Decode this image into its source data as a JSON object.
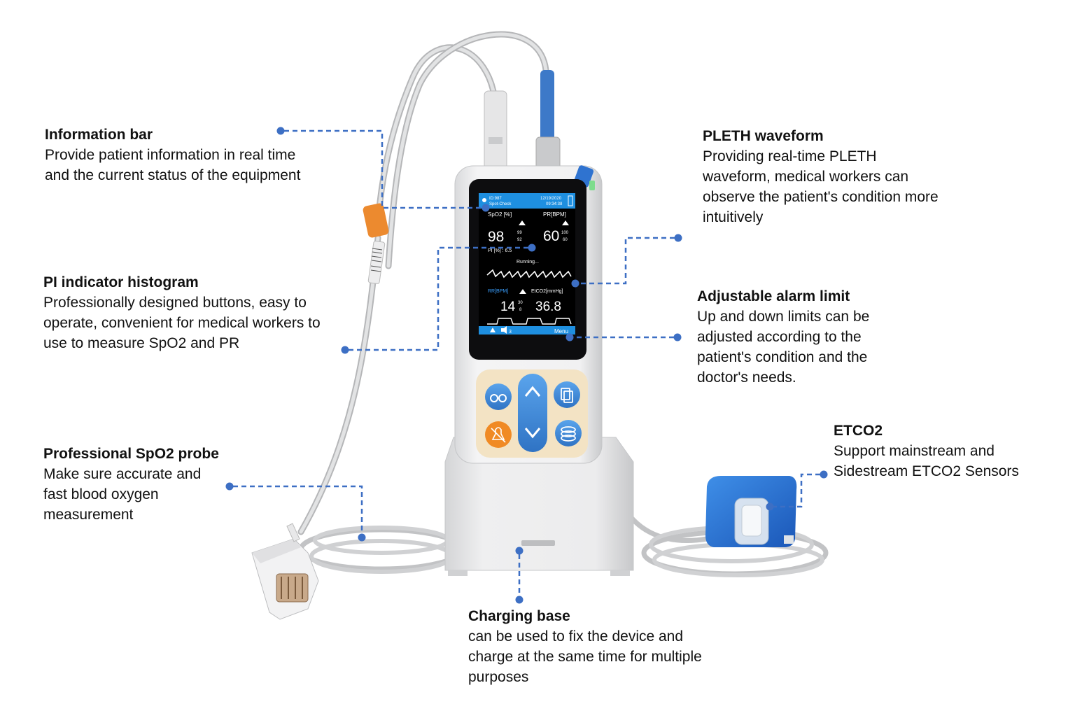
{
  "callouts": {
    "information_bar": {
      "title": "Information bar",
      "body": "Provide patient information in real time and the current status of the equipment"
    },
    "pi_histogram": {
      "title": "PI indicator histogram",
      "body": "Professionally designed buttons, easy to operate, convenient for medical workers to use to measure SpO2 and PR"
    },
    "spo2_probe": {
      "title": "Professional SpO2 probe",
      "body": "Make sure accurate and fast blood oxygen measurement"
    },
    "pleth_waveform": {
      "title": "PLETH waveform",
      "body": "Providing real-time PLETH waveform, medical workers can observe the patient's condition more intuitively"
    },
    "alarm_limit": {
      "title": "Adjustable alarm limit",
      "body": "Up and down limits can be adjusted according to the patient's condition and the doctor's needs."
    },
    "etco2": {
      "title": "ETCO2",
      "body": "Support mainstream and Sidestream ETCO2 Sensors"
    },
    "charging_base": {
      "title": "Charging base",
      "body": "can be used to fix the device and charge at the same time for multiple purposes"
    }
  },
  "screen": {
    "id": "ID:987",
    "mode": "Spot-Check",
    "date": "12/19/2020",
    "time": "09:34:38",
    "spo2_label": "SpO2 [%]",
    "spo2_value": "98",
    "spo2_high": "99",
    "spo2_low": "92",
    "pr_label": "PR[BPM]",
    "pr_value": "60",
    "pr_high": "100",
    "pr_low": "60",
    "pi": "PI [%] : 6.5",
    "status": "Running...",
    "rr_label": "RR[BPM]",
    "rr_value": "14",
    "rr_high": "30",
    "rr_low": "8",
    "etco2_label": "EtCO2[mmHg]",
    "etco2_value": "36.8",
    "menu_label": "Menu",
    "volume_label": "3"
  },
  "colors": {
    "leader": "#3d6fc4",
    "screen_bar": "#1e8fe0",
    "button_blue": "#3b88d8",
    "button_orange": "#f08a24"
  }
}
